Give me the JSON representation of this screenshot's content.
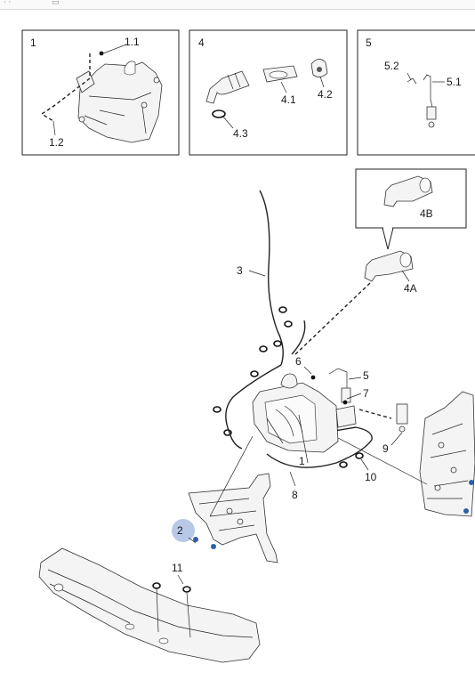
{
  "callouts": {
    "box1": "1",
    "c1_1": "1.1",
    "c1_2": "1.2",
    "box4": "4",
    "c4_1": "4.1",
    "c4_2": "4.2",
    "c4_3": "4.3",
    "box5": "5",
    "c5_1": "5.1",
    "c5_2": "5.2",
    "c4B": "4B",
    "c4A": "4A",
    "c3": "3",
    "c6": "6",
    "c5": "5",
    "c7": "7",
    "c9": "9",
    "c1": "1",
    "c10": "10",
    "c8": "8",
    "c2": "2",
    "c11": "11"
  },
  "colors": {
    "highlight": "#b7c9e6",
    "line": "#222222",
    "accent": "#2f5ea8"
  }
}
